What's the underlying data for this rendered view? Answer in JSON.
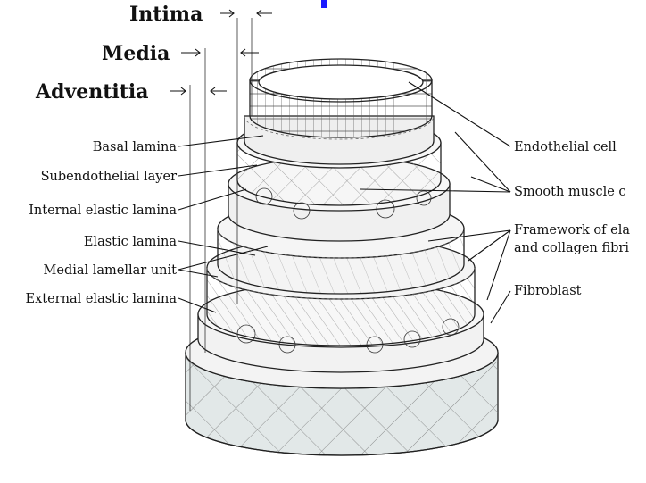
{
  "headers": {
    "intima": "Intima",
    "media": "Media",
    "adventitia": "Adventitia"
  },
  "labels_left": {
    "basal_lamina": "Basal lamina",
    "subendothelial_layer": "Subendothelial layer",
    "internal_elastic_lamina": "Internal elastic lamina",
    "elastic_lamina": "Elastic lamina",
    "medial_lamellar_unit": "Medial lamellar unit",
    "external_elastic_lamina": "External elastic lamina"
  },
  "labels_right": {
    "endothelial_cell": "Endothelial cell",
    "smooth_muscle_cell": "Smooth muscle c",
    "framework_line1": "Framework of ela",
    "framework_line2": "and collagen fibri",
    "fibroblast": "Fibroblast"
  },
  "colors": {
    "accent_blue": "#1a1aff",
    "layer_fill": "#efefef",
    "adventitia_fill": "#e2e8e8",
    "ink": "#111111"
  }
}
